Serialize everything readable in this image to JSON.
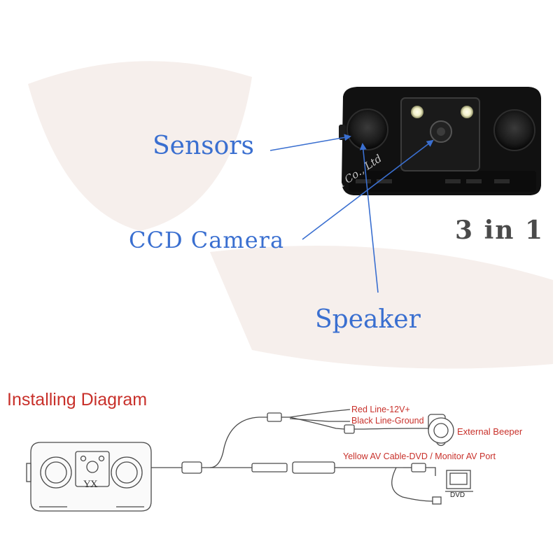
{
  "callouts": {
    "sensors": "Sensors",
    "ccd_camera": "CCD Camera",
    "speaker": "Speaker",
    "three_in_one": "3 in 1"
  },
  "watermark": "Jianyou Co., Ltd",
  "installing": {
    "title": "Installing Diagram",
    "red_line": "Red Line-12V+",
    "black_line": "Black Line-Ground",
    "external_beeper": "External Beeper",
    "yellow_av": "Yellow AV Cable-DVD / Monitor AV Port",
    "dvd": "DVD",
    "camera_mark": "YX"
  },
  "colors": {
    "callout_blue": "#3a6fd0",
    "label_red": "#c8302a",
    "camera_body": "#111111"
  }
}
